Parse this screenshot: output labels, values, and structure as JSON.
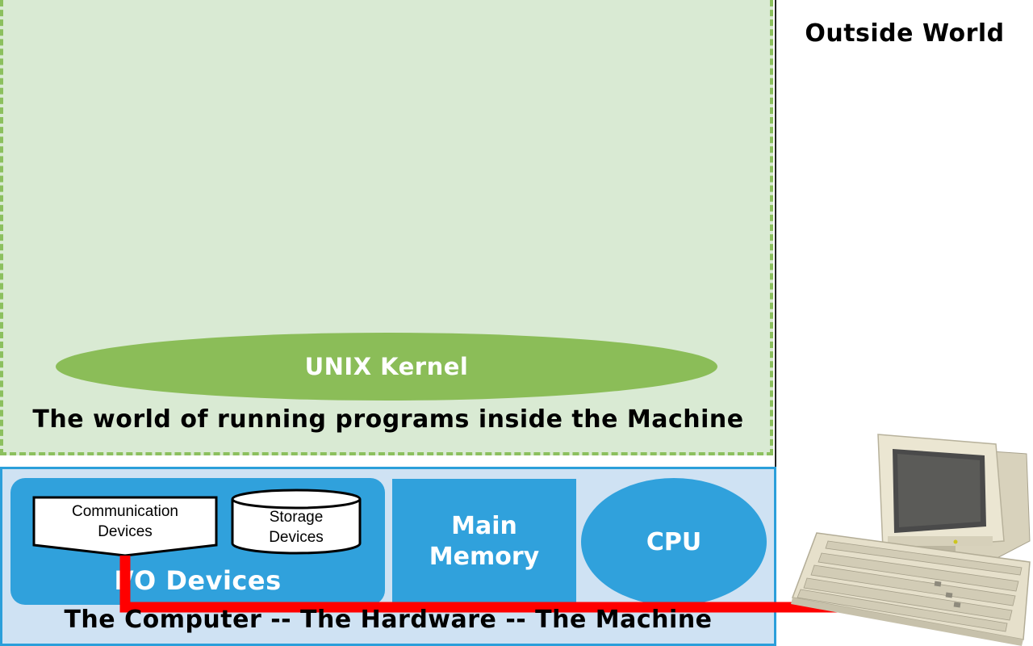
{
  "software": {
    "kernel_label": "UNIX Kernel",
    "caption": "The world of running programs inside the Machine"
  },
  "outside_world": {
    "title": "Outside World"
  },
  "hardware": {
    "io_label": "I/O Devices",
    "communication_devices": [
      "Communication",
      "Devices"
    ],
    "storage_devices": [
      "Storage",
      "Devices"
    ],
    "main_memory": [
      "Main",
      "Memory"
    ],
    "cpu": "CPU",
    "caption": "The Computer -- The Hardware -- The Machine"
  },
  "colors": {
    "software_bg": "#d9ead3",
    "software_border": "#8cc05e",
    "kernel": "#8bbd58",
    "hardware_bg": "#cfe2f3",
    "hardware_block": "#30a1dc",
    "cable": "#ff0000"
  },
  "icons": {
    "terminal": "computer-terminal-icon"
  }
}
